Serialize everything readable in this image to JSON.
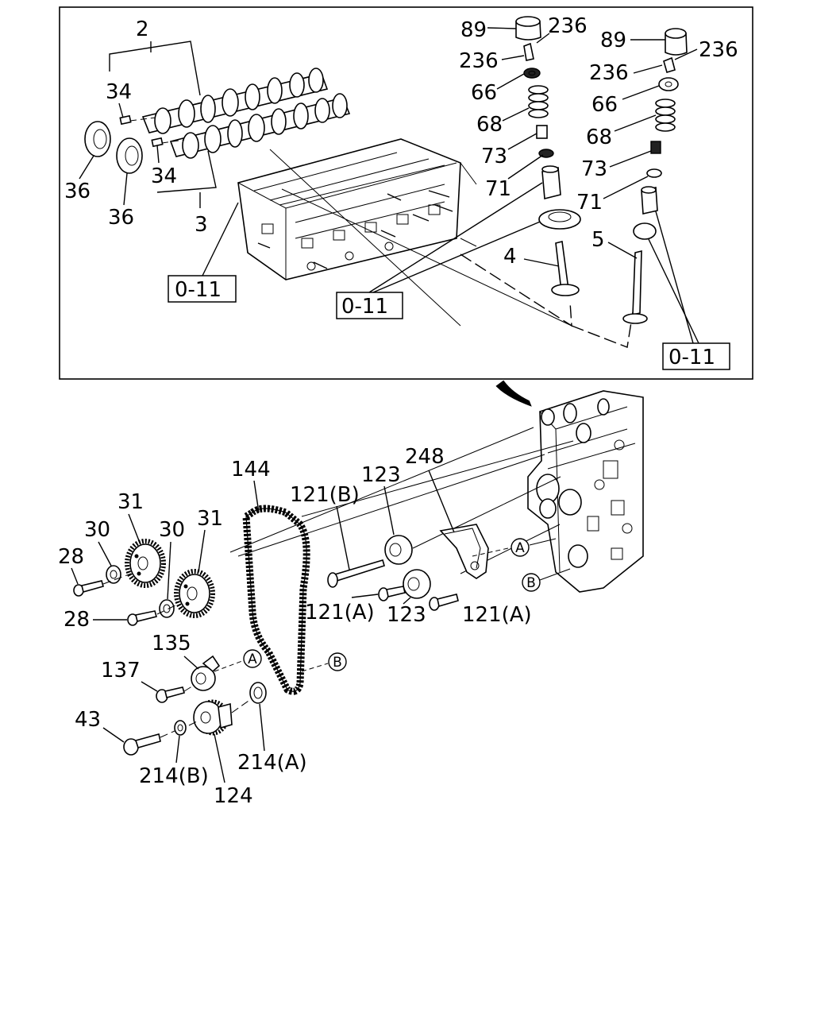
{
  "diagram": {
    "top_panel": {
      "camshafts": {
        "intake_label": "2",
        "exhaust_label": "3",
        "key_labels": [
          "34",
          "34"
        ]
      },
      "seal_labels": [
        "36",
        "36"
      ],
      "head_ref_label": "0-11",
      "valve_ref_labels": [
        "0-11",
        "0-11"
      ],
      "left_valve_train": {
        "tappet": "89",
        "collet_a": "236",
        "collet_b": "236",
        "retainer": "66",
        "spring": "68",
        "stem_seal": "73",
        "spring_seat": "71",
        "valve": "4"
      },
      "right_valve_train": {
        "tappet": "89",
        "collet_a": "236",
        "collet_b": "236",
        "retainer": "66",
        "spring": "68",
        "stem_seal": "73",
        "spring_seat": "71",
        "valve": "5"
      }
    },
    "bottom_panel": {
      "timing_belt": "144",
      "idler_bracket": "248",
      "idler_bolt": "121(B)",
      "idler_upper": "123",
      "idler_lower": "123",
      "bolt_a_left": "121(A)",
      "bolt_a_right": "121(A)",
      "sprocket_left": "31",
      "sprocket_right": "31",
      "washer_left": "30",
      "washer_right": "30",
      "bolt_top": "28",
      "bolt_bottom": "28",
      "tensioner": "135",
      "tensioner_bolt": "137",
      "crank_bolt": "43",
      "crank_pulley": "124",
      "washer_b": "214(B)",
      "washer_a": "214(A)",
      "marker_a": "A",
      "marker_b": "B"
    }
  }
}
